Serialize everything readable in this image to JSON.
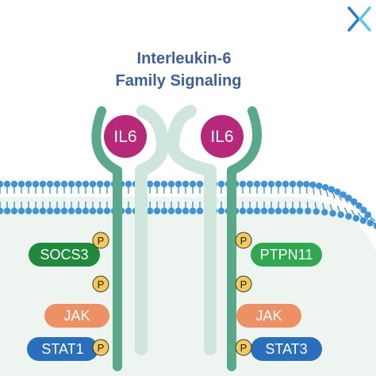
{
  "title": {
    "line1": "Interleukin-6",
    "line2": "Family Signaling"
  },
  "logo": {
    "icon": "x-logo-icon"
  },
  "ligands": [
    {
      "label": "IL6"
    },
    {
      "label": "IL6"
    }
  ],
  "left_proteins": [
    {
      "label": "SOCS3"
    },
    {
      "label": "JAK"
    },
    {
      "label": "STAT1"
    }
  ],
  "right_proteins": [
    {
      "label": "PTPN11"
    },
    {
      "label": "JAK"
    },
    {
      "label": "STAT3"
    }
  ],
  "phospho_label": "P",
  "colors": {
    "title": "#3d5f9f",
    "receptor_dark": "#5aa98b",
    "receptor_light": "#cfe6dc",
    "il6": "#b8287a",
    "socs3": "#1f8a3c",
    "ptpn11": "#2fa84f",
    "jak": "#ee9066",
    "stat": "#2a6fbe",
    "phospho": "#f3c95a",
    "membrane": "#3f93d8",
    "cytoplasm": "#eef5f1",
    "logo": "#2b79d6"
  }
}
